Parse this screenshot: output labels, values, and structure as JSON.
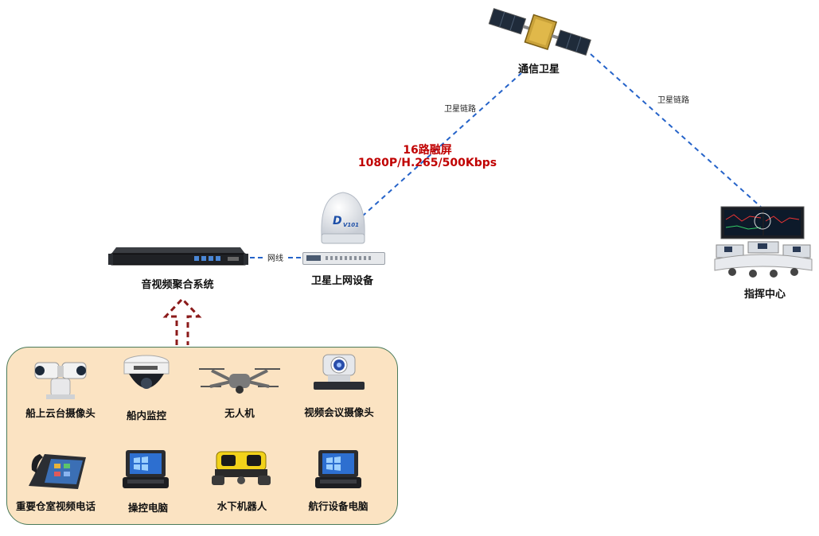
{
  "nodes": {
    "satellite": "通信卫星",
    "dome": "卫星上网设备",
    "aggregator": "音视频聚合系统",
    "command": "指挥中心"
  },
  "links": {
    "satellite_left": "卫星链路",
    "satellite_right": "卫星链路",
    "network": "网线"
  },
  "stream": {
    "line1": "16路融屏",
    "line2": "1080P/H.265/500Kbps"
  },
  "dome_badge": "V101",
  "devices": [
    {
      "label": "船上云台摄像头",
      "icon": "ptz-camera-icon"
    },
    {
      "label": "船内监控",
      "icon": "dome-camera-icon"
    },
    {
      "label": "无人机",
      "icon": "drone-icon"
    },
    {
      "label": "视频会议摄像头",
      "icon": "conference-camera-icon"
    },
    {
      "label": "重要仓室视频电话",
      "icon": "video-phone-icon"
    },
    {
      "label": "操控电脑",
      "icon": "rugged-laptop-icon"
    },
    {
      "label": "水下机器人",
      "icon": "underwater-robot-icon"
    },
    {
      "label": "航行设备电脑",
      "icon": "rugged-laptop-icon"
    }
  ],
  "colors": {
    "link": "#2563c9",
    "arrow": "#8b1a1a",
    "stream_text": "#c00000",
    "panel_bg": "#fbe3c2",
    "panel_border": "#4a7a5a"
  }
}
